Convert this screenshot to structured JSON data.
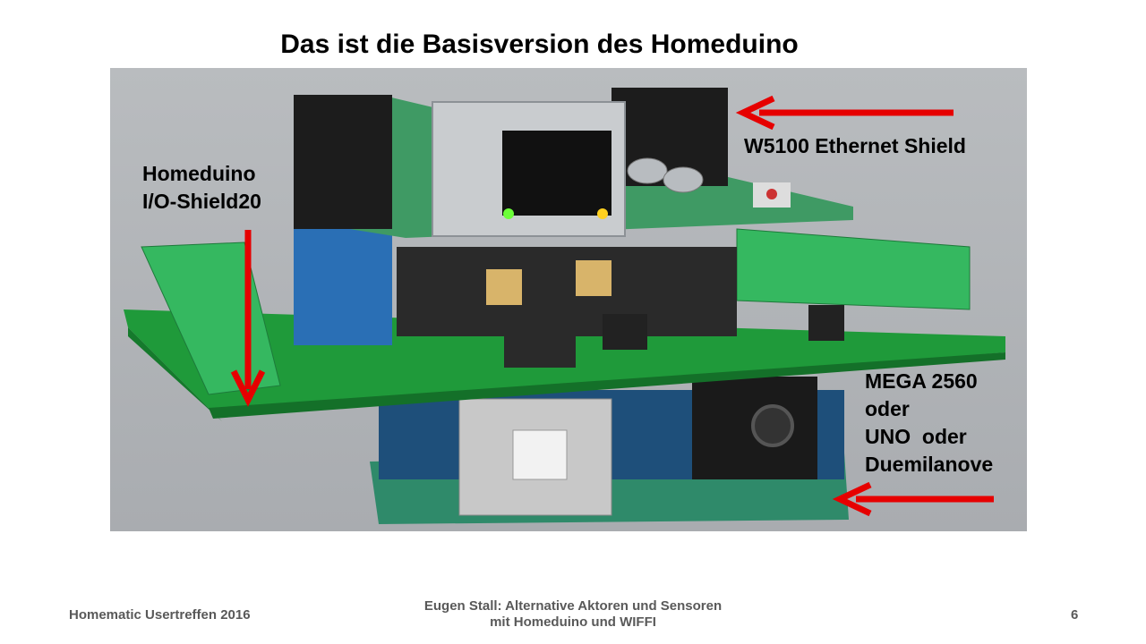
{
  "slide": {
    "title": "Das ist die Basisversion des Homeduino",
    "labels": {
      "ethernet": "W5100 Ethernet Shield",
      "homeduino_line1": "Homeduino",
      "homeduino_line2": "I/O-Shield20",
      "board_line1": "MEGA 2560",
      "board_line2": "oder",
      "board_line3": "UNO  oder",
      "board_line4": "Duemilanove"
    },
    "arrow_color": "#e60000"
  },
  "footer": {
    "left": "Homematic Usertreffen 2016",
    "center_line1": "Eugen Stall:  Alternative Aktoren und Sensoren",
    "center_line2": "mit Homeduino und WIFFI",
    "page_number": "6"
  }
}
